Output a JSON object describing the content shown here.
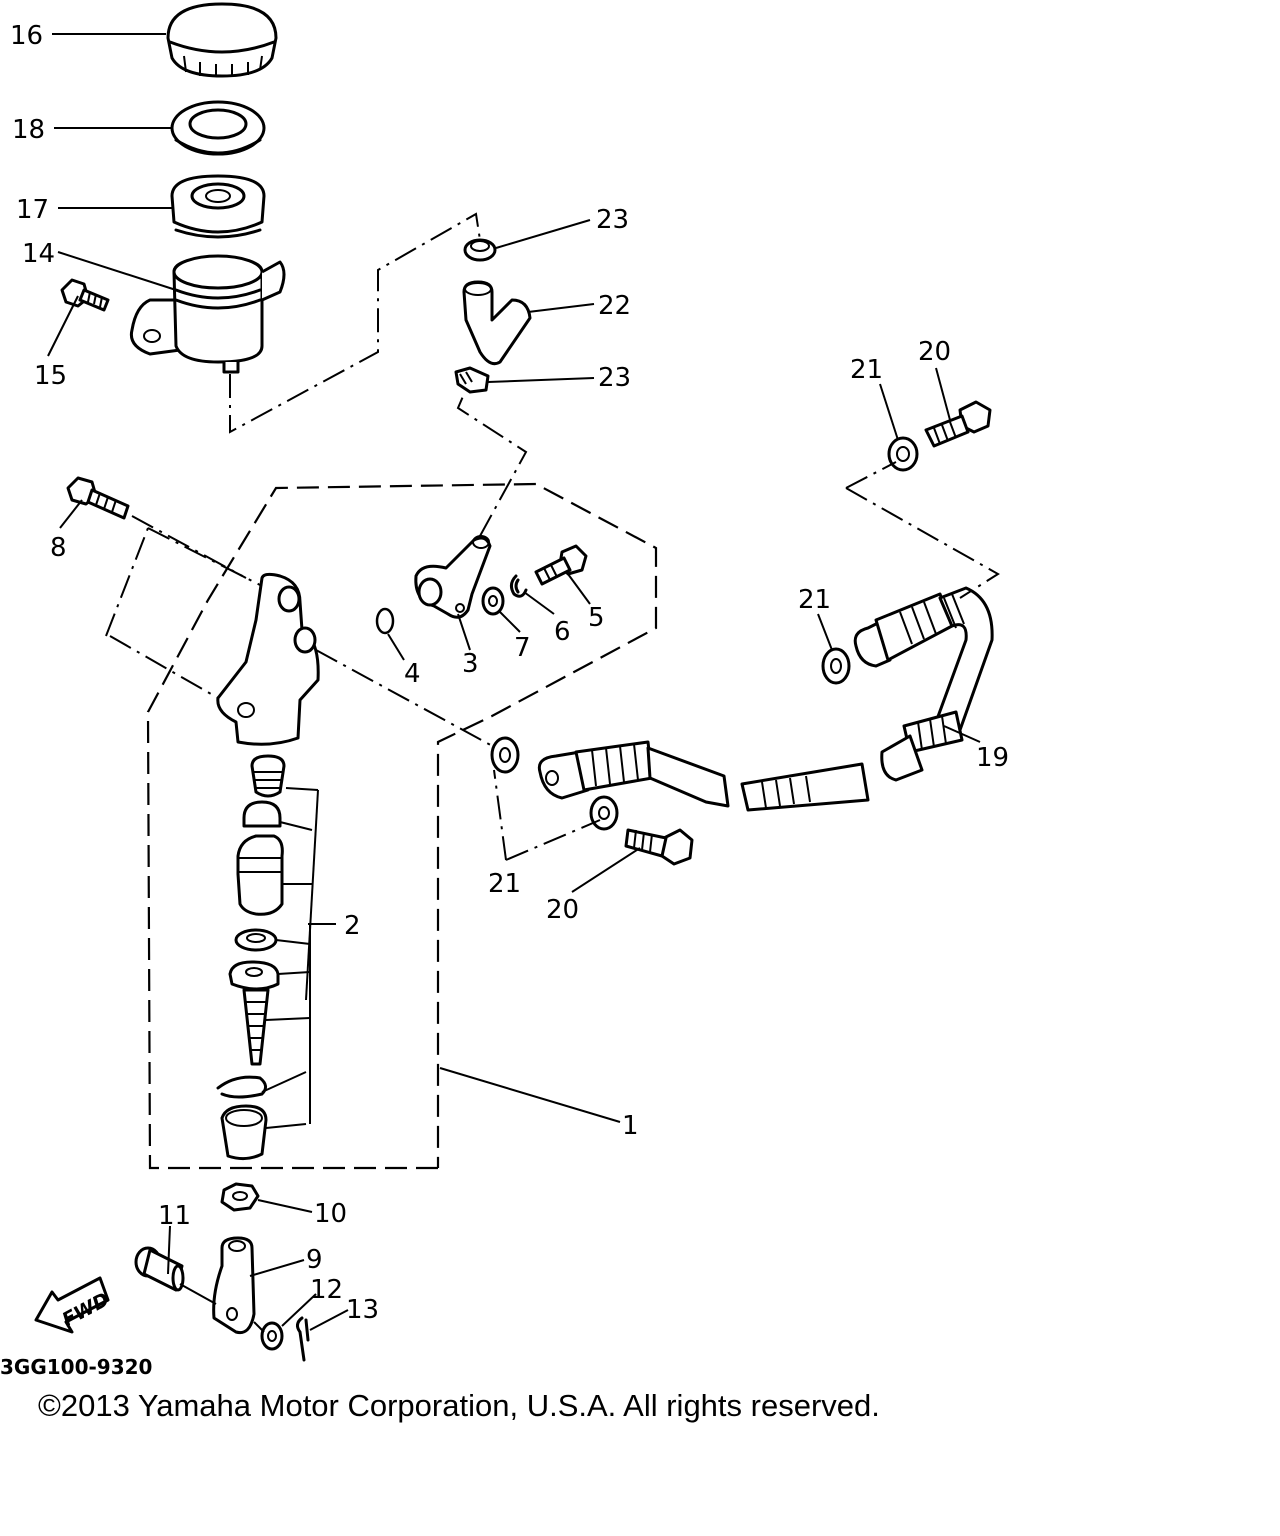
{
  "diagram": {
    "callouts": {
      "c16": "16",
      "c18": "18",
      "c17": "17",
      "c14": "14",
      "c15": "15",
      "c23a": "23",
      "c22": "22",
      "c23b": "23",
      "c21a": "21",
      "c20a": "20",
      "c8": "8",
      "c4": "4",
      "c3": "3",
      "c7": "7",
      "c6": "6",
      "c5": "5",
      "c21b": "21",
      "c19": "19",
      "c21c": "21",
      "c20b": "20",
      "c2": "2",
      "c1": "1",
      "c10": "10",
      "c11": "11",
      "c9": "9",
      "c12": "12",
      "c13": "13"
    },
    "fwd_label": "FWD",
    "diagram_code": "3GG100-9320"
  },
  "footer": {
    "copyright": "©2013 Yamaha Motor Corporation, U.S.A. All rights reserved."
  }
}
